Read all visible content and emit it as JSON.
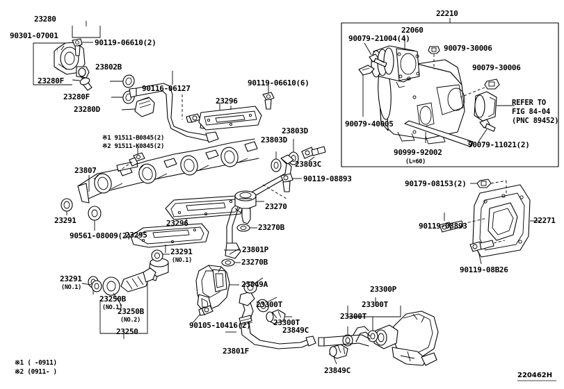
{
  "diagram": {
    "id_code": "220462H",
    "footnotes": [
      "※1 (   -0911)",
      "※2 (0911-   )"
    ],
    "variant_notes": [
      "※1 91511-B0845(2)",
      "※2 91511-K0845(2)"
    ],
    "refer_to": [
      "REFER TO",
      "FIG 84-04",
      "(PNC 89452)"
    ]
  },
  "labels": {
    "l23280": "23280",
    "l90301_07001": "90301-07001",
    "l90119_06610_2": "90119-06610(2)",
    "l23802B": "23802B",
    "l23280F_a": "23280F",
    "l23280F_b": "23280F",
    "l23280D": "23280D",
    "l90116_06127": "90116-06127",
    "l90119_06610_6": "90119-06610(6)",
    "l23296_top": "23296",
    "l23803D_a": "23803D",
    "l23803D_b": "23803D",
    "l23803C": "23803C",
    "l90119_08893_mid": "90119-08893",
    "l23807": "23807",
    "l23291_rail": "23291",
    "l90561_08009_2": "90561-08009(2)",
    "l23295": "23295",
    "l23296_mid": "23296",
    "l23270": "23270",
    "l23270B_a": "23270B",
    "l23801P": "23801P",
    "l23270B_b": "23270B",
    "l23291_no1_top": "23291",
    "l23291_no1_top_sub": "(NO.1)",
    "l23291_no1_left": "23291",
    "l23291_no1_left_sub": "(NO.1)",
    "l23250B_no1": "23250B",
    "l23250B_no1_sub": "(NO.1)",
    "l23250B_no2": "23250B",
    "l23250B_no2_sub": "(NO.2)",
    "l23250": "23250",
    "l23849A": "23849A",
    "l90105_10416_2": "90105-10416(2)",
    "l23300T_a": "23300T",
    "l23300T_b": "23300T",
    "l23849C_mid": "23849C",
    "l23801F": "23801F",
    "l23849C_bot": "23849C",
    "l23300P": "23300P",
    "l23300T_c": "23300T",
    "l23300T_d": "23300T",
    "l22210": "22210",
    "l22060": "22060",
    "l90079_21004_4": "90079-21004(4)",
    "l90079_30006_a": "90079-30006",
    "l90079_30006_b": "90079-30006",
    "l90079_40005": "90079-40005",
    "l90999_92002": "90999-92002",
    "l90999_92002_sub": "(L=60)",
    "l90079_11021_2": "90079-11021(2)",
    "l90179_08153_2": "90179-08153(2)",
    "l90119_08893_r": "90119-08893",
    "l90119_08B26": "90119-08B26",
    "l22271": "22271"
  }
}
